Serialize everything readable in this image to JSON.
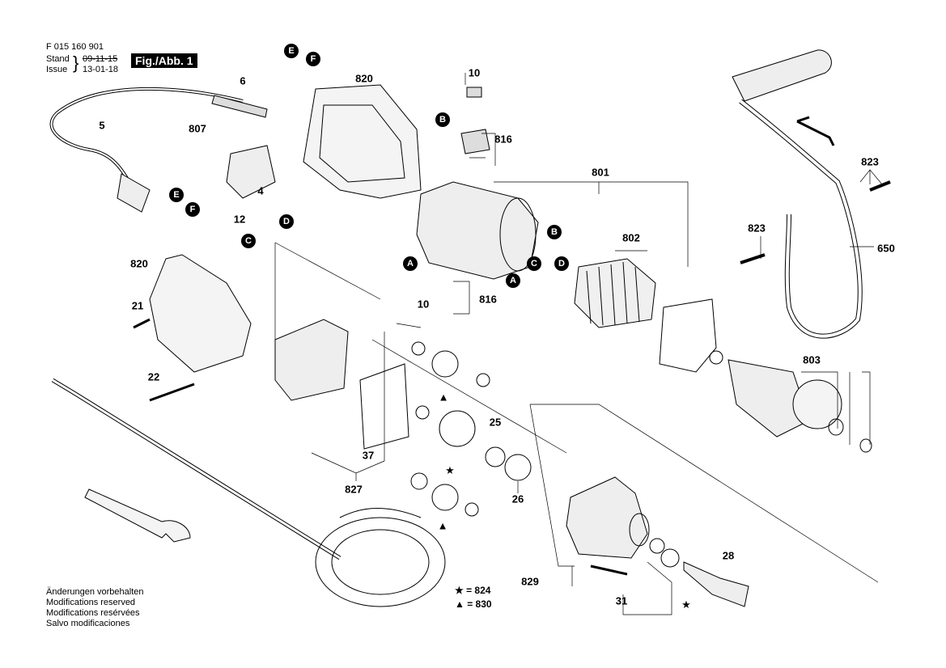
{
  "header": {
    "part_number": "F 015 160 901",
    "stand_label": "Stand",
    "issue_label": "Issue",
    "stand_date": "09-11-15",
    "issue_date": "13-01-18",
    "figure": "Fig./Abb. 1"
  },
  "labels": [
    "6",
    "5",
    "820",
    "807",
    "4",
    "12",
    "10",
    "816",
    "801",
    "802",
    "823",
    "823",
    "650",
    "820",
    "21",
    "816",
    "10",
    "22",
    "25",
    "803",
    "37",
    "26",
    "827",
    "28",
    "829",
    "31"
  ],
  "connectors": [
    "E",
    "F",
    "B",
    "E",
    "F",
    "D",
    "C",
    "B",
    "A",
    "C",
    "D",
    "A"
  ],
  "symbols": [
    "▲",
    "★",
    "▲",
    "★"
  ],
  "legend": {
    "star": "★ = 824",
    "triangle": "▲ = 830"
  },
  "notes": [
    "Änderungen vorbehalten",
    "Modifications reserved",
    "Modifications resérvées",
    "Salvo modificaciones"
  ]
}
